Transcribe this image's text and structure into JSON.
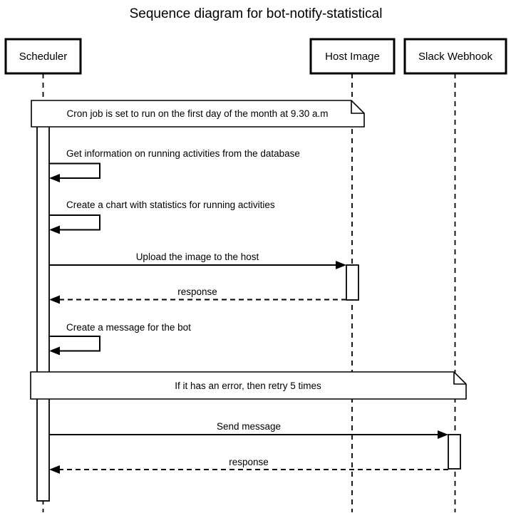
{
  "title": "Sequence diagram for bot-notify-statistical",
  "actors": [
    {
      "name": "Scheduler"
    },
    {
      "name": "Host Image"
    },
    {
      "name": "Slack Webhook"
    }
  ],
  "notes": [
    {
      "text": "Cron job is set to run on the first day of the month at 9.30 a.m",
      "over": "Scheduler, Host Image"
    },
    {
      "text": "If it has an error, then retry 5 times",
      "over": "Scheduler, Slack Webhook"
    }
  ],
  "messages": [
    {
      "label": "Get information on running activities from the database",
      "kind": "self",
      "from": "Scheduler",
      "to": "Scheduler"
    },
    {
      "label": "Create a chart with statistics for running activities",
      "kind": "self",
      "from": "Scheduler",
      "to": "Scheduler"
    },
    {
      "label": "Upload the image to the host",
      "kind": "solid",
      "from": "Scheduler",
      "to": "Host Image"
    },
    {
      "label": "response",
      "kind": "dashed",
      "from": "Host Image",
      "to": "Scheduler"
    },
    {
      "label": "Create a message for the bot",
      "kind": "self",
      "from": "Scheduler",
      "to": "Scheduler"
    },
    {
      "label": "Send message",
      "kind": "solid",
      "from": "Scheduler",
      "to": "Slack Webhook"
    },
    {
      "label": "response",
      "kind": "dashed",
      "from": "Slack Webhook",
      "to": "Scheduler"
    }
  ],
  "colors": {
    "stroke": "#000000",
    "fill": "#ffffff",
    "background": "#ffffff"
  }
}
